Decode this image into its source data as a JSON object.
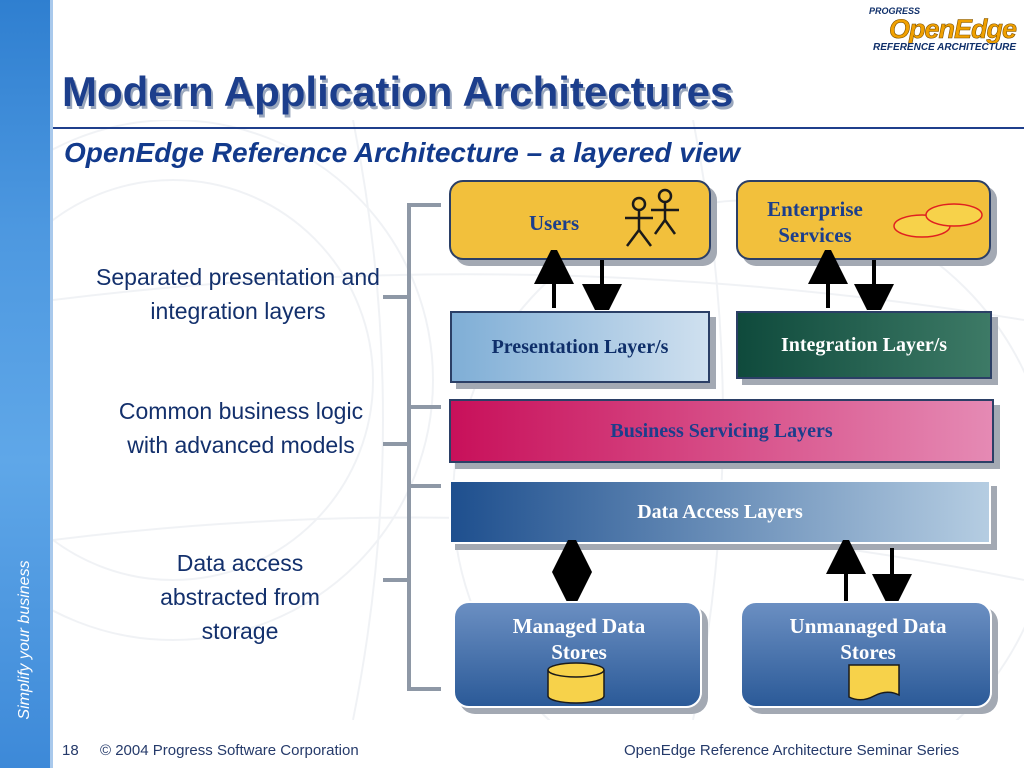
{
  "slide": {
    "title": "Modern Application Architectures",
    "subtitle": "OpenEdge Reference Architecture – a layered view"
  },
  "logo": {
    "brand": "PROGRESS",
    "product": "OpenEdge",
    "tagline": "REFERENCE ARCHITECTURE"
  },
  "sidebar": {
    "text": "Simplify your business"
  },
  "left_labels": {
    "presentation": "Separated presentation and integration layers",
    "business": "Common business logic with advanced models",
    "data": "Data access abstracted from storage"
  },
  "boxes": {
    "users": "Users",
    "enterprise": "Enterprise Services",
    "presentation_layer": "Presentation Layer/s",
    "integration_layer": "Integration Layer/s",
    "business_layer": "Business Servicing Layers",
    "data_access": "Data Access Layers",
    "managed": "Managed Data Stores",
    "unmanaged": "Unmanaged Data Stores"
  },
  "footer": {
    "page_number": "18",
    "copyright": "© 2004 Progress Software Corporation",
    "series": "OpenEdge Reference Architecture Seminar Series"
  },
  "colors": {
    "title": "#1c3e8c",
    "users_box": "#f2c03c",
    "business_box_from": "#c8105a",
    "business_box_to": "#e58ab4",
    "integration_box": "#1c5a4a",
    "data_box": "#1e4f8e"
  }
}
